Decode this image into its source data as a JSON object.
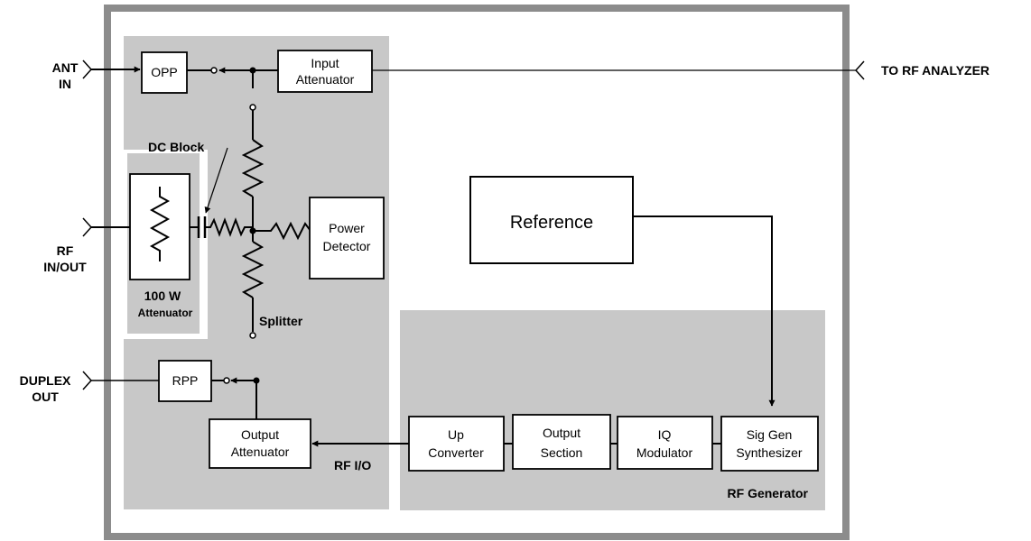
{
  "ports": {
    "ant_in": [
      "ANT",
      "IN"
    ],
    "rf_in_out": [
      "RF",
      "IN/OUT"
    ],
    "duplex_out": [
      "DUPLEX",
      "OUT"
    ],
    "to_rf_analyzer": "TO RF ANALYZER"
  },
  "blocks": {
    "opp": "OPP",
    "input_attenuator": [
      "Input",
      "Attenuator"
    ],
    "power_detector": [
      "Power",
      "Detector"
    ],
    "reference": "Reference",
    "rpp": "RPP",
    "output_attenuator": [
      "Output",
      "Attenuator"
    ],
    "up_converter": [
      "Up",
      "Converter"
    ],
    "output_section": [
      "Output",
      "Section"
    ],
    "iq_modulator": [
      "IQ",
      "Modulator"
    ],
    "sig_gen_synthesizer": [
      "Sig Gen",
      "Synthesizer"
    ]
  },
  "labels": {
    "dc_block": "DC Block",
    "attenuator_100w": [
      "100 W",
      "Attenuator"
    ],
    "splitter": "Splitter",
    "rf_io": "RF I/O",
    "rf_generator": "RF Generator"
  },
  "colors": {
    "frame": "#8c8c8c",
    "panel": "#c8c8c8",
    "line": "#000000",
    "box_fill": "#ffffff"
  }
}
